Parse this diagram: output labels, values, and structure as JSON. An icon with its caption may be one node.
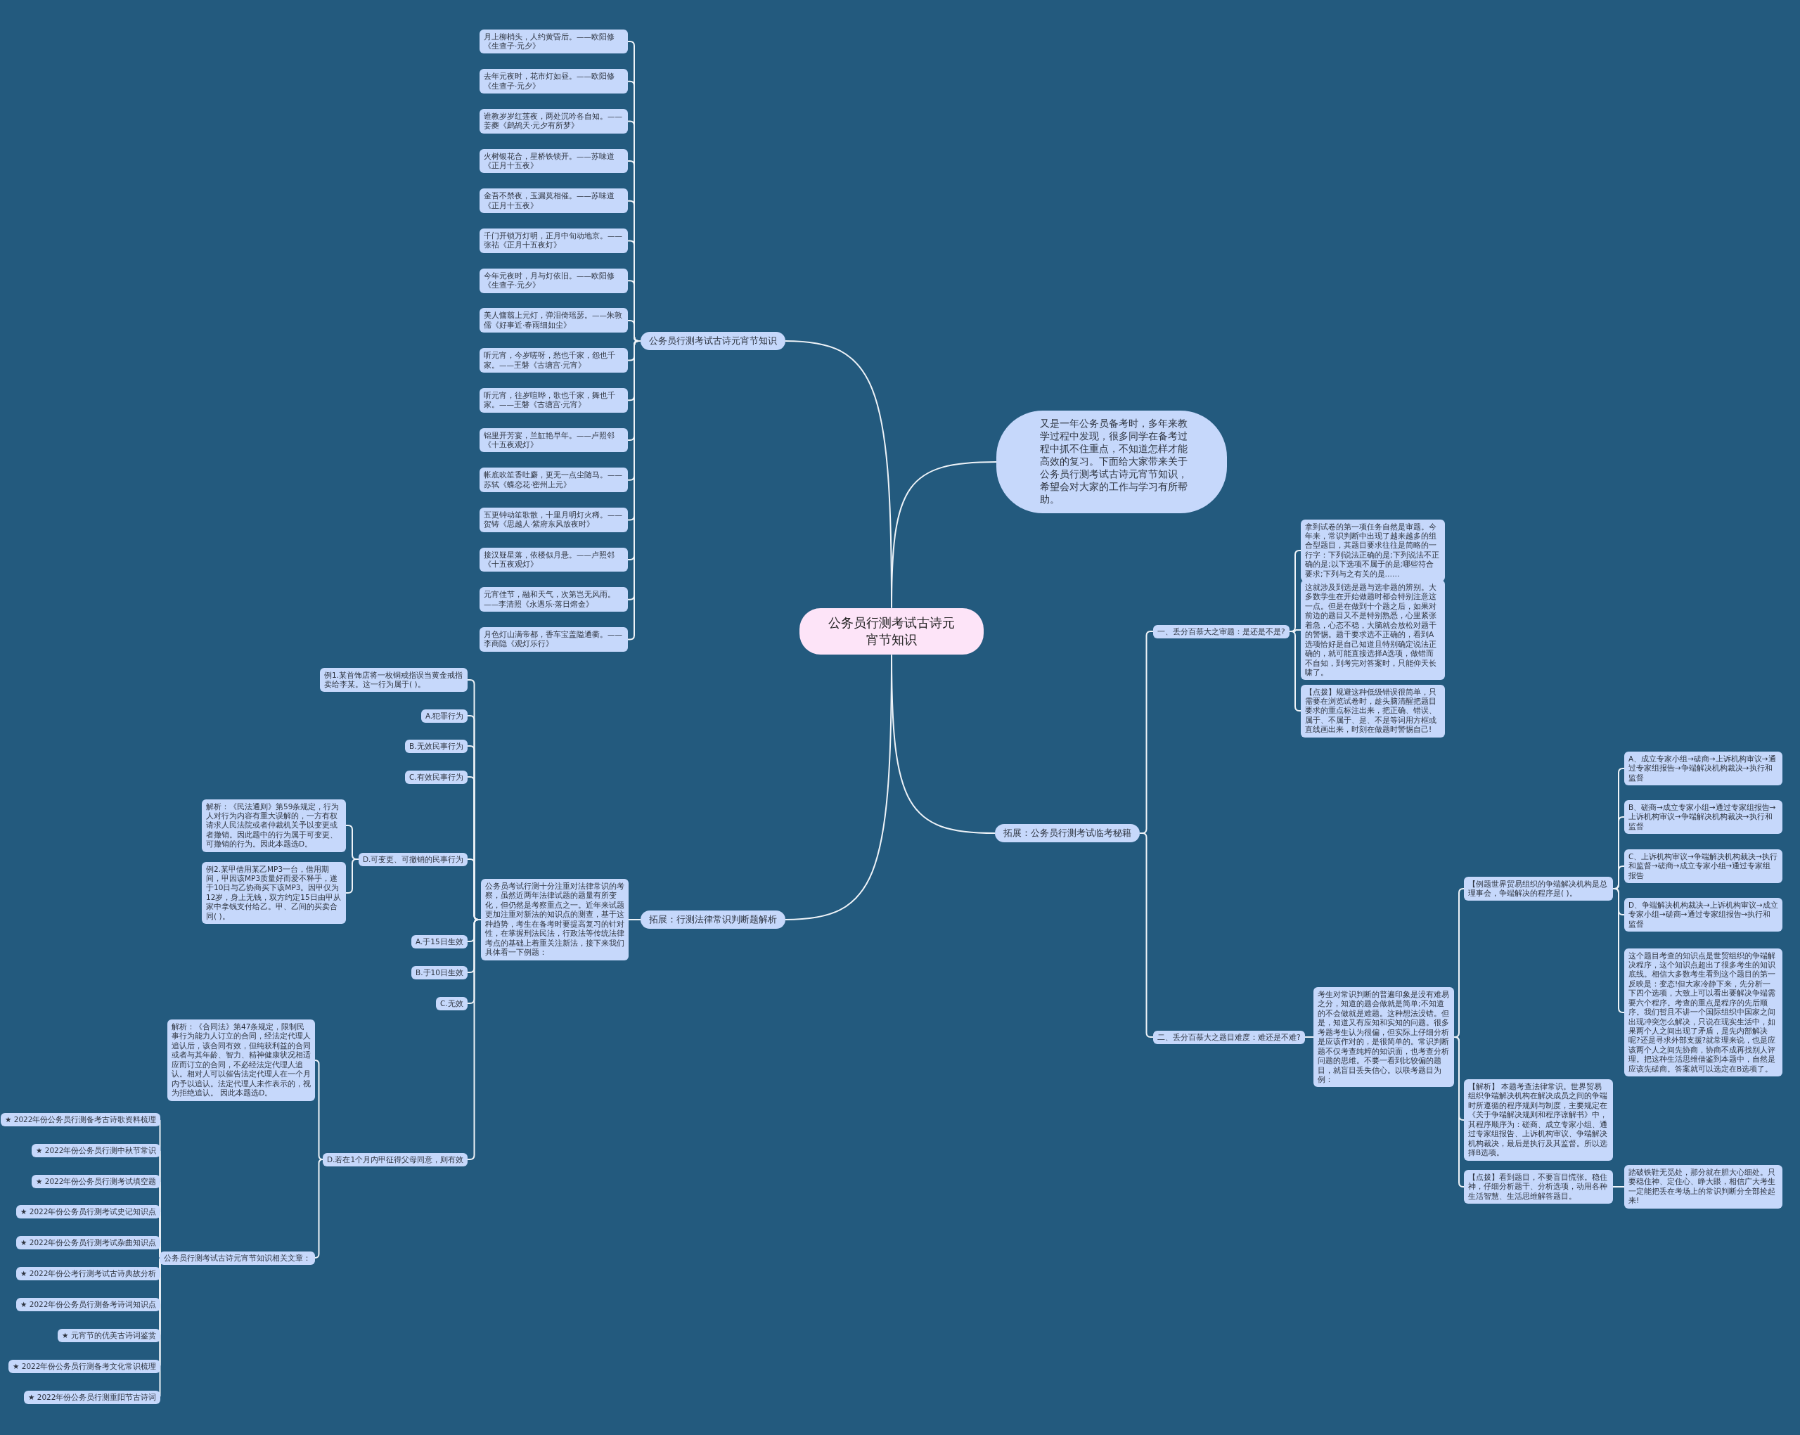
{
  "diagram": {
    "nodes": [
      {
        "text": [
          "公务员行测考试古诗元宵节知识"
        ]
      },
      {
        "text": [
          "公务员行测考试古诗元宵节知识"
        ]
      },
      {
        "text": [
          "月上柳梢头，人约黄昏后。——欧阳修《生查子·元夕》"
        ]
      },
      {
        "text": [
          "去年元夜时，花市灯如昼。——欧阳修《生查子·元夕》"
        ]
      },
      {
        "text": [
          "谁教岁岁红莲夜，两处沉吟各自知。——姜夔《鹧鸪天·元夕有所梦》"
        ]
      },
      {
        "text": [
          "火树银花合，星桥铁锁开。——苏味道《正月十五夜》"
        ]
      },
      {
        "text": [
          "金吾不禁夜，玉漏莫相催。——苏味道《正月十五夜》"
        ]
      },
      {
        "text": [
          "千门开锁万灯明，正月中旬动地京。——张祜《正月十五夜灯》"
        ]
      },
      {
        "text": [
          "今年元夜时，月与灯依旧。——欧阳修《生查子·元夕》"
        ]
      },
      {
        "text": [
          "美人慵翦上元灯，弹泪倚瑶瑟。——朱敦儒《好事近·春雨细如尘》"
        ]
      },
      {
        "text": [
          "听元宵，今岁嗟呀，愁也千家，怨也千家。——王磐《古塘宫·元宵》"
        ]
      },
      {
        "text": [
          "听元宵，往岁喧哗，歌也千家，舞也千家。——王磐《古塘宫·元宵》"
        ]
      },
      {
        "text": [
          "锦里开芳宴，兰缸艳早年。——卢照邻《十五夜观灯》"
        ]
      },
      {
        "text": [
          "帐底吹笙香吐麝，更无一点尘随马。——苏轼《蝶恋花·密州上元》"
        ]
      },
      {
        "text": [
          "五更钟动笙歌散，十里月明灯火稀。——贺铸《思越人·紫府东风放夜时》"
        ]
      },
      {
        "text": [
          "接汉疑星落，依楼似月悬。——卢照邻《十五夜观灯》"
        ]
      },
      {
        "text": [
          "元宵佳节，融和天气，次第岂无风雨。——李清照《永遇乐·落日熔金》"
        ]
      },
      {
        "text": [
          "月色灯山满帝都，香车宝盖隘通衢。——李商隐《观灯乐行》"
        ]
      },
      {
        "text": [
          "又是一年公务员备考时，多年来教学过程中发现，很多同学在备考过程中抓不住重点，不知道怎样才能高效的复习。下面给大家带来关于公务员行测考试古诗元宵节知识，希望会对大家的工作与学习有所帮助。"
        ]
      },
      {
        "text": [
          "拓展：公务员行测考试临考秘籍"
        ]
      },
      {
        "text": [
          "一、丢分百慕大之审题：是还是不是?"
        ]
      },
      {
        "text": [
          "拿到试卷的第一项任务自然是审题。今年来，常识判断中出现了越来越多的组合型题目，其题目要求往往是简略的一行字：下列说法正确的是;下列说法不正确的是;以下选项不属于的是;哪些符合要求;下列与之有关的是……"
        ]
      },
      {
        "text": [
          "这就涉及到选是题与选非题的辨别。大多数学生在开始做题时都会特别注意这一点。但是在做到十个题之后，如果对前边的题目又不是特别熟悉，心里紧张着急，心态不稳，大脑就会放松对题干的警惕。题干要求选不正确的，看到A选项恰好是自己知道且特别确定说法正确的，就可能直接选择A选项，做错而不自知，到考完对答案时，只能仰天长啸了。"
        ]
      },
      {
        "text": [
          "【点拨】规避这种低级错误很简单，只需要在浏览试卷时，趁头脑清醒把题目要求的重点标注出来，把正确、错误、属于、不属于、是、不是等词用方框或直线画出来，时刻在做题时警惕自己!"
        ]
      },
      {
        "text": [
          "二、丢分百慕大之题目难度：难还是不难?"
        ]
      },
      {
        "text": [
          "考生对常识判断的普遍印象是没有难易之分，知道的题会做就是简单;不知道的不会做就是难题。这种想法没错。但是，知道又有应知和实知的问题。很多考题考生认为很偏，但实际上仔细分析是应该作对的，是很简单的。常识判断题不仅考查纯粹的知识面，也考查分析问题的思维。不要一看到比较偏的题目，就盲目丢失信心。以联考题目为例："
        ]
      },
      {
        "text": [
          "【例题世界贸易组织的争端解决机构是总理事会，争端解决的程序是( )。"
        ]
      },
      {
        "text": [
          "A、成立专家小组→磋商→上诉机构审议→通过专家组报告→争端解决机构裁决→执行和监督"
        ]
      },
      {
        "text": [
          "B、磋商→成立专家小组→通过专家组报告→上诉机构审议→争端解决机构裁决→执行和监督"
        ]
      },
      {
        "text": [
          "C、上诉机构审议→争端解决机构裁决→执行和监督→磋商→成立专家小组→通过专家组报告"
        ]
      },
      {
        "text": [
          "D、争端解决机构裁决→上诉机构审议→成立专家小组→磋商→通过专家组报告→执行和监督"
        ]
      },
      {
        "text": [
          "这个题目考查的知识点是世贸组织的争端解决程序，这个知识点超出了很多考生的知识底线。相信大多数考生看到这个题目的第一反映是：变态!但大家冷静下来，先分析一下四个选项，大致上可以看出要解决争端需要六个程序。考查的重点是程序的先后顺序。我们暂且不讲一个国际组织中国家之间出现冲突怎么解决，只说在现实生活中，如果两个人之间出现了矛盾，是先内部解决呢?还是寻求外部支援?就常理来说，也是应该两个人之间先协商，协商不成再找别人评理。把这种生活思维借鉴到本题中，自然是应该先磋商。答案就可以选定在B选项了。"
        ]
      },
      {
        "text": [
          "【解析】 本题考查法律常识。世界贸易组织争端解决机构在解决成员之间的争端时所遵循的程序规则与制度，主要规定在《关于争端解决规则和程序谅解书》中，其程序顺序为：磋商、成立专家小组、通过专家组报告、上诉机构审议、争端解决机构裁决，最后是执行及其监督。所以选择B选项。"
        ]
      },
      {
        "text": [
          "【点拨】看到题目，不要盲目慌张。稳住神，仔细分析题干、分析选项，动用各种生活智慧、生活思维解答题目。"
        ]
      },
      {
        "text": [
          "踏破铁鞋无觅处，那分就在胆大心细处。只要稳住神、定住心、睁大眼，相信广大考生一定能把丢在考场上的常识判断分全部捡起来!"
        ]
      },
      {
        "text": [
          "拓展：行测法律常识判断题解析"
        ]
      },
      {
        "text": [
          "公务员考试行测十分注重对法律常识的考察，虽然近两年法律试题的题量有所变化，但仍然是考察重点之一。近年来试题更加注重对新法的知识点的测查，基于这种趋势，考生在备考时要提高复习的针对性，在掌握刑法民法，行政法等传统法律考点的基础上着重关注新法，接下来我们具体看一下例题："
        ]
      },
      {
        "text": [
          "例1.某首饰店将一枚铜戒指误当黄金戒指卖给李某。这一行为属于( )。"
        ]
      },
      {
        "text": [
          "A.犯罪行为"
        ]
      },
      {
        "text": [
          "B.无效民事行为"
        ]
      },
      {
        "text": [
          "C.有效民事行为"
        ]
      },
      {
        "text": [
          "D.可变更、可撤销的民事行为"
        ]
      },
      {
        "text": [
          "解析：《民法通则》第59条规定，行为人对行为内容有重大误解的，一方有权请求人民法院或者仲裁机关予以变更或者撤销。因此题中的行为属于可变更、可撤销的行为。因此本题选D。"
        ]
      },
      {
        "text": [
          "例2.某甲借用某乙MP3一台，借用期间，甲因该MP3质量好而爱不释手，遂于10日与乙协商买下该MP3。因甲仅为12岁，身上无钱，双方约定15日由甲从家中拿钱支付给乙。甲、乙间的买卖合同( )。"
        ]
      },
      {
        "text": [
          "A.于15日生效"
        ]
      },
      {
        "text": [
          "B.于10日生效"
        ]
      },
      {
        "text": [
          "C.无效"
        ]
      },
      {
        "text": [
          "D.若在1个月内甲征得父母同意，则有效"
        ]
      },
      {
        "text": [
          "解析：《合同法》第47条规定，限制民事行为能力人订立的合同，经法定代理人追认后，该合同有效，但纯获利益的合同或者与其年龄、智力、精神健康状况相适应而订立的合同，不必经法定代理人追认。相对人可以催告法定代理人在一个月内予以追认。法定代理人未作表示的，视为拒绝追认。 因此本题选D。"
        ]
      },
      {
        "text": [
          "公务员行测考试古诗元宵节知识相关文章："
        ]
      },
      {
        "text": [
          "★ 2022年份公务员行测备考古诗歌资料梳理"
        ]
      },
      {
        "text": [
          "★ 2022年份公务员行测中秋节常识"
        ]
      },
      {
        "text": [
          "★ 2022年份公务员行测考试填空题"
        ]
      },
      {
        "text": [
          "★ 2022年份公务员行测考试史记知识点"
        ]
      },
      {
        "text": [
          "★ 2022年份公务员行测考试杂曲知识点"
        ]
      },
      {
        "text": [
          "★ 2022年份公考行测考试古诗典故分析"
        ]
      },
      {
        "text": [
          "★ 2022年份公务员行测备考诗词知识点"
        ]
      },
      {
        "text": [
          "★ 元宵节的优美古诗词鉴赏"
        ]
      },
      {
        "text": [
          "★ 2022年份公务员行测备考文化常识梳理"
        ]
      },
      {
        "text": [
          "★ 2022年份公务员行测重阳节古诗词"
        ]
      }
    ],
    "edges": [
      {
        "from": 0,
        "to": 1,
        "arrow": "none"
      },
      {
        "from": 1,
        "to": 2,
        "arrow": "none"
      },
      {
        "from": 1,
        "to": 3,
        "arrow": "none"
      },
      {
        "from": 1,
        "to": 4,
        "arrow": "none"
      },
      {
        "from": 1,
        "to": 5,
        "arrow": "none"
      },
      {
        "from": 1,
        "to": 6,
        "arrow": "none"
      },
      {
        "from": 1,
        "to": 7,
        "arrow": "none"
      },
      {
        "from": 1,
        "to": 8,
        "arrow": "none"
      },
      {
        "from": 1,
        "to": 9,
        "arrow": "none"
      },
      {
        "from": 1,
        "to": 10,
        "arrow": "none"
      },
      {
        "from": 1,
        "to": 11,
        "arrow": "none"
      },
      {
        "from": 1,
        "to": 12,
        "arrow": "none"
      },
      {
        "from": 1,
        "to": 13,
        "arrow": "none"
      },
      {
        "from": 1,
        "to": 14,
        "arrow": "none"
      },
      {
        "from": 1,
        "to": 15,
        "arrow": "none"
      },
      {
        "from": 1,
        "to": 16,
        "arrow": "none"
      },
      {
        "from": 1,
        "to": 17,
        "arrow": "none"
      },
      {
        "from": 0,
        "to": 18,
        "arrow": "none"
      },
      {
        "from": 0,
        "to": 19,
        "arrow": "none"
      },
      {
        "from": 19,
        "to": 20,
        "arrow": "none"
      },
      {
        "from": 20,
        "to": 21,
        "arrow": "none"
      },
      {
        "from": 20,
        "to": 22,
        "arrow": "none"
      },
      {
        "from": 20,
        "to": 23,
        "arrow": "none"
      },
      {
        "from": 19,
        "to": 24,
        "arrow": "none"
      },
      {
        "from": 24,
        "to": 25,
        "arrow": "none"
      },
      {
        "from": 25,
        "to": 26,
        "arrow": "none"
      },
      {
        "from": 26,
        "to": 27,
        "arrow": "none"
      },
      {
        "from": 26,
        "to": 28,
        "arrow": "none"
      },
      {
        "from": 26,
        "to": 29,
        "arrow": "none"
      },
      {
        "from": 26,
        "to": 30,
        "arrow": "none"
      },
      {
        "from": 26,
        "to": 31,
        "arrow": "none"
      },
      {
        "from": 25,
        "to": 32,
        "arrow": "none"
      },
      {
        "from": 25,
        "to": 33,
        "arrow": "none"
      },
      {
        "from": 33,
        "to": 34,
        "arrow": "none"
      },
      {
        "from": 0,
        "to": 35,
        "arrow": "none"
      },
      {
        "from": 35,
        "to": 36,
        "arrow": "none"
      },
      {
        "from": 36,
        "to": 37,
        "arrow": "none"
      },
      {
        "from": 36,
        "to": 38,
        "arrow": "none"
      },
      {
        "from": 36,
        "to": 39,
        "arrow": "none"
      },
      {
        "from": 36,
        "to": 40,
        "arrow": "none"
      },
      {
        "from": 36,
        "to": 41,
        "arrow": "none"
      },
      {
        "from": 41,
        "to": 42,
        "arrow": "none"
      },
      {
        "from": 41,
        "to": 43,
        "arrow": "none"
      },
      {
        "from": 36,
        "to": 44,
        "arrow": "none"
      },
      {
        "from": 36,
        "to": 45,
        "arrow": "none"
      },
      {
        "from": 36,
        "to": 46,
        "arrow": "none"
      },
      {
        "from": 36,
        "to": 47,
        "arrow": "none"
      },
      {
        "from": 47,
        "to": 48,
        "arrow": "none"
      },
      {
        "from": 47,
        "to": 49,
        "arrow": "none"
      },
      {
        "from": 49,
        "to": 50,
        "arrow": "none"
      },
      {
        "from": 49,
        "to": 51,
        "arrow": "none"
      },
      {
        "from": 49,
        "to": 52,
        "arrow": "none"
      },
      {
        "from": 49,
        "to": 53,
        "arrow": "none"
      },
      {
        "from": 49,
        "to": 54,
        "arrow": "none"
      },
      {
        "from": 49,
        "to": 55,
        "arrow": "none"
      },
      {
        "from": 49,
        "to": 56,
        "arrow": "none"
      },
      {
        "from": 49,
        "to": 57,
        "arrow": "none"
      },
      {
        "from": 49,
        "to": 58,
        "arrow": "none"
      },
      {
        "from": 49,
        "to": 59,
        "arrow": "none"
      }
    ]
  }
}
